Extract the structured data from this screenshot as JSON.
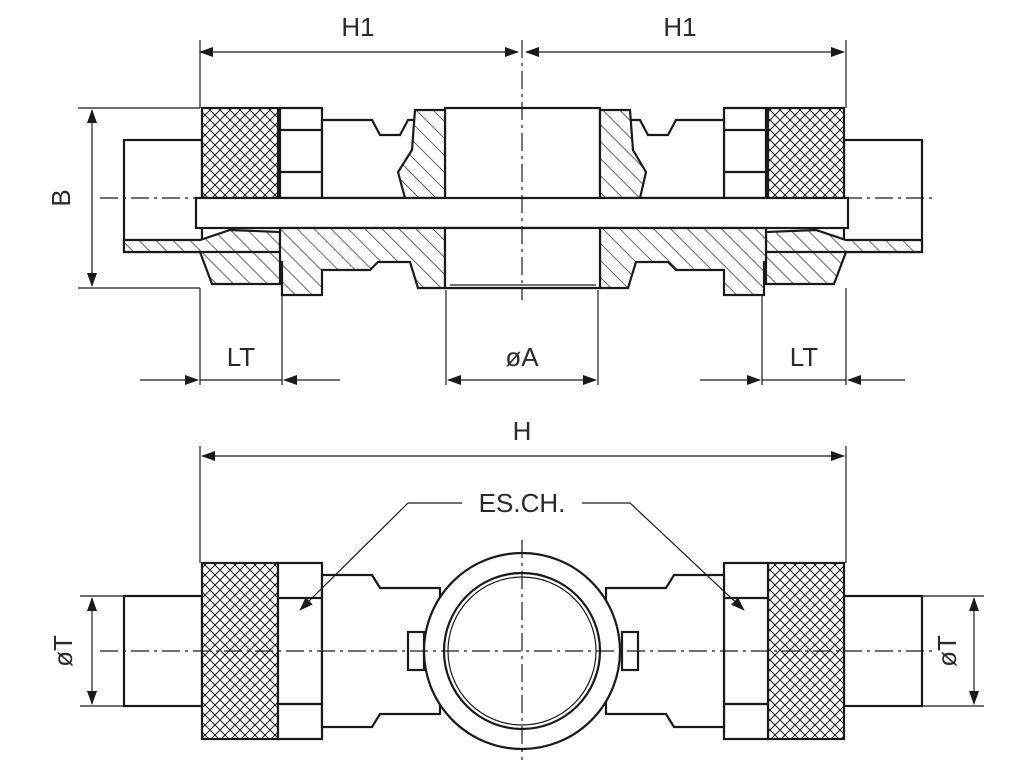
{
  "labels": {
    "h1_left": "H1",
    "h1_right": "H1",
    "b": "B",
    "lt_left": "LT",
    "lt_right": "LT",
    "a": "øA",
    "h": "H",
    "es_ch": "ES.CH.",
    "t_left": "øT",
    "t_right": "øT"
  },
  "colors": {
    "line": "#1a1a1a",
    "background": "#ffffff"
  }
}
